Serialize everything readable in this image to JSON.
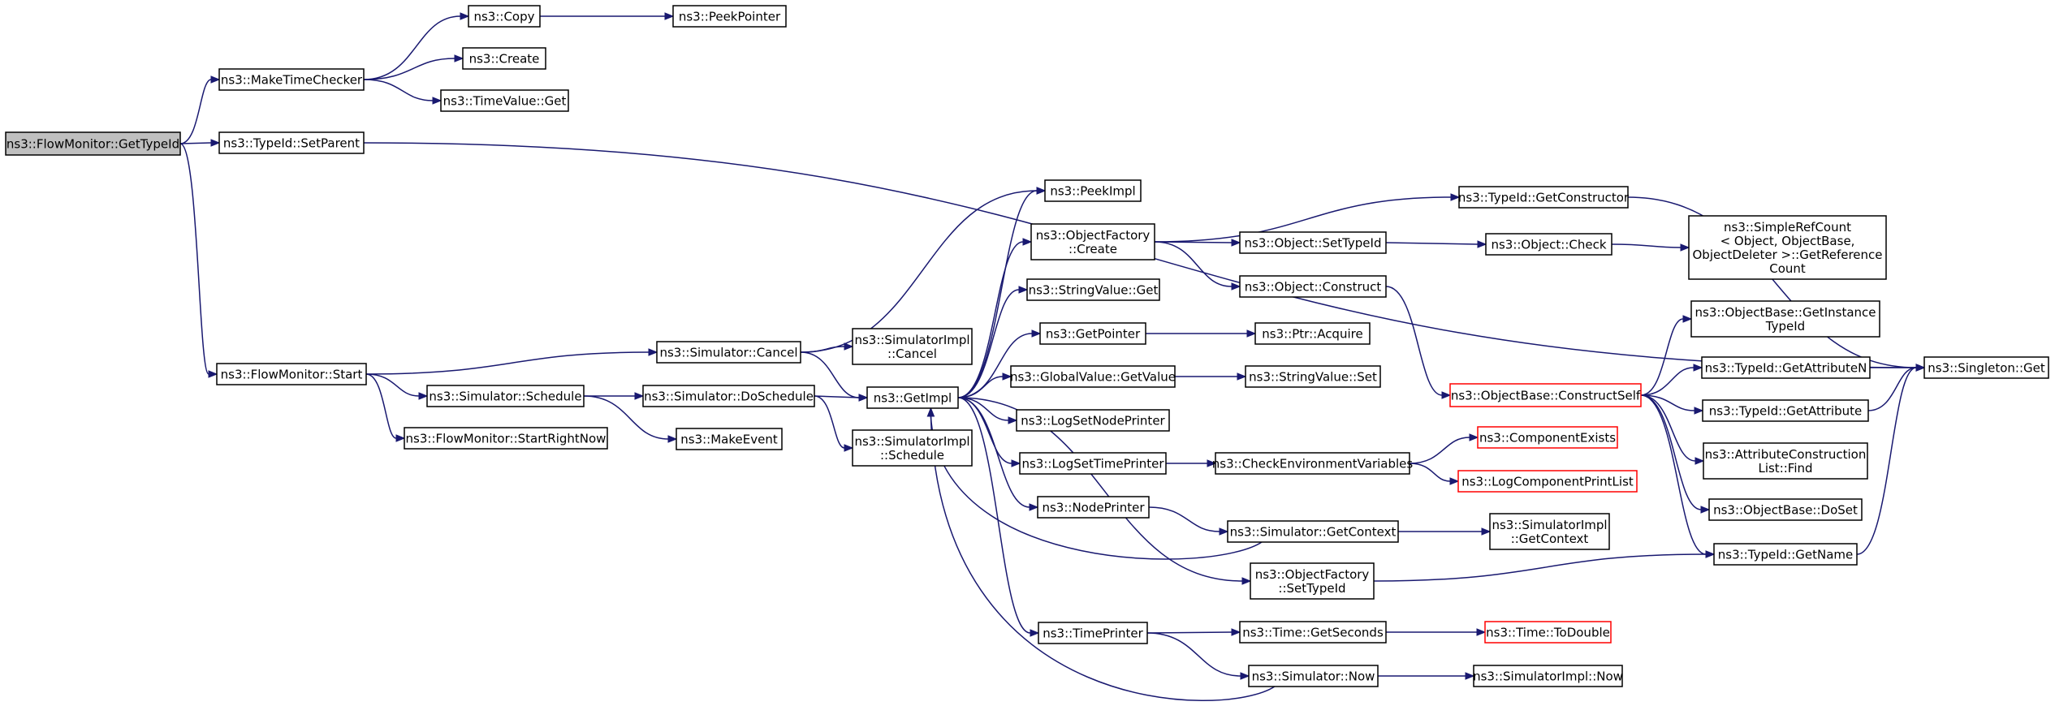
{
  "nodes": [
    {
      "id": "root",
      "lines": [
        "ns3::FlowMonitor::GetTypeId"
      ],
      "style": "root"
    },
    {
      "id": "makeTimeChecker",
      "lines": [
        "ns3::MakeTimeChecker"
      ]
    },
    {
      "id": "copy",
      "lines": [
        "ns3::Copy"
      ]
    },
    {
      "id": "peekPointer",
      "lines": [
        "ns3::PeekPointer"
      ]
    },
    {
      "id": "create",
      "lines": [
        "ns3::Create"
      ]
    },
    {
      "id": "timeValueGet",
      "lines": [
        "ns3::TimeValue::Get"
      ]
    },
    {
      "id": "setParent",
      "lines": [
        "ns3::TypeId::SetParent"
      ]
    },
    {
      "id": "singletonGet",
      "lines": [
        "ns3::Singleton::Get"
      ]
    },
    {
      "id": "fmStart",
      "lines": [
        "ns3::FlowMonitor::Start"
      ]
    },
    {
      "id": "simCancel",
      "lines": [
        "ns3::Simulator::Cancel"
      ]
    },
    {
      "id": "simSchedule",
      "lines": [
        "ns3::Simulator::Schedule"
      ]
    },
    {
      "id": "fmStartRightNow",
      "lines": [
        "ns3::FlowMonitor::StartRightNow"
      ]
    },
    {
      "id": "simDoSchedule",
      "lines": [
        "ns3::Simulator::DoSchedule"
      ]
    },
    {
      "id": "makeEvent",
      "lines": [
        "ns3::MakeEvent"
      ]
    },
    {
      "id": "simImplCancel",
      "lines": [
        "ns3::SimulatorImpl",
        "::Cancel"
      ]
    },
    {
      "id": "getImpl",
      "lines": [
        "ns3::GetImpl"
      ]
    },
    {
      "id": "simImplSchedule",
      "lines": [
        "ns3::SimulatorImpl",
        "::Schedule"
      ]
    },
    {
      "id": "peekImpl",
      "lines": [
        "ns3::PeekImpl"
      ]
    },
    {
      "id": "ofCreate",
      "lines": [
        "ns3::ObjectFactory",
        "::Create"
      ]
    },
    {
      "id": "stringValueGet",
      "lines": [
        "ns3::StringValue::Get"
      ]
    },
    {
      "id": "getPointer",
      "lines": [
        "ns3::GetPointer"
      ]
    },
    {
      "id": "globalValueGetValue",
      "lines": [
        "ns3::GlobalValue::GetValue"
      ]
    },
    {
      "id": "logSetNodePrinter",
      "lines": [
        "ns3::LogSetNodePrinter"
      ]
    },
    {
      "id": "logSetTimePrinter",
      "lines": [
        "ns3::LogSetTimePrinter"
      ]
    },
    {
      "id": "nodePrinter",
      "lines": [
        "ns3::NodePrinter"
      ]
    },
    {
      "id": "timePrinter",
      "lines": [
        "ns3::TimePrinter"
      ]
    },
    {
      "id": "typeIdGetConstructor",
      "lines": [
        "ns3::TypeId::GetConstructor"
      ]
    },
    {
      "id": "objectSetTypeId",
      "lines": [
        "ns3::Object::SetTypeId"
      ]
    },
    {
      "id": "objectConstruct",
      "lines": [
        "ns3::Object::Construct"
      ]
    },
    {
      "id": "objectCheck",
      "lines": [
        "ns3::Object::Check"
      ]
    },
    {
      "id": "simpleRefCount",
      "lines": [
        "ns3::SimpleRefCount",
        "< Object, ObjectBase,",
        " ObjectDeleter >::GetReference",
        "Count"
      ]
    },
    {
      "id": "ptrAcquire",
      "lines": [
        "ns3::Ptr::Acquire"
      ]
    },
    {
      "id": "stringValueSet",
      "lines": [
        "ns3::StringValue::Set"
      ]
    },
    {
      "id": "checkEnvVars",
      "lines": [
        "ns3::CheckEnvironmentVariables"
      ]
    },
    {
      "id": "componentExists",
      "lines": [
        "ns3::ComponentExists"
      ],
      "style": "red"
    },
    {
      "id": "logComponentPrintList",
      "lines": [
        "ns3::LogComponentPrintList"
      ],
      "style": "red"
    },
    {
      "id": "simGetContext",
      "lines": [
        "ns3::Simulator::GetContext"
      ]
    },
    {
      "id": "simImplGetContext",
      "lines": [
        "ns3::SimulatorImpl",
        "::GetContext"
      ]
    },
    {
      "id": "ofSetTypeId",
      "lines": [
        "ns3::ObjectFactory",
        "::SetTypeId"
      ]
    },
    {
      "id": "timeGetSeconds",
      "lines": [
        "ns3::Time::GetSeconds"
      ]
    },
    {
      "id": "timeToDouble",
      "lines": [
        "ns3::Time::ToDouble"
      ],
      "style": "red"
    },
    {
      "id": "simNow",
      "lines": [
        "ns3::Simulator::Now"
      ]
    },
    {
      "id": "simImplNow",
      "lines": [
        "ns3::SimulatorImpl::Now"
      ]
    },
    {
      "id": "objectBaseConstructSelf",
      "lines": [
        "ns3::ObjectBase::ConstructSelf"
      ],
      "style": "red"
    },
    {
      "id": "getInstanceTypeId",
      "lines": [
        "ns3::ObjectBase::GetInstance",
        "TypeId"
      ]
    },
    {
      "id": "getAttributeN",
      "lines": [
        "ns3::TypeId::GetAttributeN"
      ]
    },
    {
      "id": "getAttribute",
      "lines": [
        "ns3::TypeId::GetAttribute"
      ]
    },
    {
      "id": "attrConstructionListFind",
      "lines": [
        "ns3::AttributeConstruction",
        "List::Find"
      ]
    },
    {
      "id": "objectBaseDoSet",
      "lines": [
        "ns3::ObjectBase::DoSet"
      ]
    },
    {
      "id": "typeIdGetName",
      "lines": [
        "ns3::TypeId::GetName"
      ]
    }
  ],
  "edges": [
    [
      "root",
      "makeTimeChecker"
    ],
    [
      "root",
      "setParent"
    ],
    [
      "root",
      "fmStart"
    ],
    [
      "makeTimeChecker",
      "copy"
    ],
    [
      "makeTimeChecker",
      "create"
    ],
    [
      "makeTimeChecker",
      "timeValueGet"
    ],
    [
      "copy",
      "peekPointer"
    ],
    [
      "setParent",
      "singletonGet"
    ],
    [
      "fmStart",
      "simCancel"
    ],
    [
      "fmStart",
      "simSchedule"
    ],
    [
      "fmStart",
      "fmStartRightNow"
    ],
    [
      "simCancel",
      "peekImpl"
    ],
    [
      "simCancel",
      "simImplCancel"
    ],
    [
      "simCancel",
      "getImpl"
    ],
    [
      "simSchedule",
      "simDoSchedule"
    ],
    [
      "simSchedule",
      "makeEvent"
    ],
    [
      "simDoSchedule",
      "getImpl"
    ],
    [
      "simDoSchedule",
      "simImplSchedule"
    ],
    [
      "getImpl",
      "peekImpl"
    ],
    [
      "getImpl",
      "ofCreate"
    ],
    [
      "getImpl",
      "stringValueGet"
    ],
    [
      "getImpl",
      "getPointer"
    ],
    [
      "getImpl",
      "globalValueGetValue"
    ],
    [
      "getImpl",
      "logSetNodePrinter"
    ],
    [
      "getImpl",
      "logSetTimePrinter"
    ],
    [
      "getImpl",
      "nodePrinter"
    ],
    [
      "getImpl",
      "ofSetTypeId"
    ],
    [
      "getImpl",
      "timePrinter"
    ],
    [
      "ofCreate",
      "typeIdGetConstructor"
    ],
    [
      "ofCreate",
      "objectSetTypeId"
    ],
    [
      "ofCreate",
      "objectConstruct"
    ],
    [
      "typeIdGetConstructor",
      "singletonGet"
    ],
    [
      "objectSetTypeId",
      "objectCheck"
    ],
    [
      "objectCheck",
      "simpleRefCount"
    ],
    [
      "objectConstruct",
      "objectBaseConstructSelf"
    ],
    [
      "getPointer",
      "ptrAcquire"
    ],
    [
      "globalValueGetValue",
      "stringValueSet"
    ],
    [
      "logSetTimePrinter",
      "checkEnvVars"
    ],
    [
      "checkEnvVars",
      "componentExists"
    ],
    [
      "checkEnvVars",
      "logComponentPrintList"
    ],
    [
      "nodePrinter",
      "simGetContext"
    ],
    [
      "simGetContext",
      "getImpl"
    ],
    [
      "simGetContext",
      "simImplGetContext"
    ],
    [
      "ofSetTypeId",
      "typeIdGetName"
    ],
    [
      "timePrinter",
      "timeGetSeconds"
    ],
    [
      "timePrinter",
      "simNow"
    ],
    [
      "timeGetSeconds",
      "timeToDouble"
    ],
    [
      "simNow",
      "getImpl"
    ],
    [
      "simNow",
      "simImplNow"
    ],
    [
      "objectBaseConstructSelf",
      "getInstanceTypeId"
    ],
    [
      "objectBaseConstructSelf",
      "getAttributeN"
    ],
    [
      "objectBaseConstructSelf",
      "getAttribute"
    ],
    [
      "objectBaseConstructSelf",
      "attrConstructionListFind"
    ],
    [
      "objectBaseConstructSelf",
      "objectBaseDoSet"
    ],
    [
      "objectBaseConstructSelf",
      "typeIdGetName"
    ],
    [
      "getAttributeN",
      "singletonGet"
    ],
    [
      "getAttribute",
      "singletonGet"
    ],
    [
      "typeIdGetName",
      "singletonGet"
    ]
  ],
  "colors": {
    "edge": "#191970",
    "root_fill": "#bfbfbf",
    "missing_border": "#ff0000"
  }
}
